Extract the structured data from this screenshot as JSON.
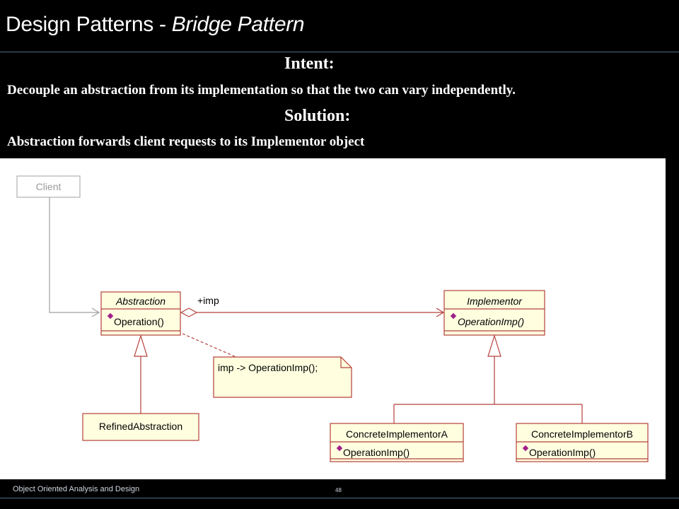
{
  "slide": {
    "title_main": "Design Patterns - ",
    "title_italic": "Bridge Pattern",
    "intent_heading": "Intent:",
    "intent_text": "Decouple an abstraction from its implementation so that the two can vary independently.",
    "solution_heading": "Solution:",
    "solution_text": "Abstraction forwards client requests to its Implementor object"
  },
  "diagram": {
    "client": "Client",
    "abstraction": {
      "name": "Abstraction",
      "operation": "Operation()"
    },
    "implementor": {
      "name": "Implementor",
      "operation": "OperationImp()"
    },
    "association_label": "+imp",
    "note_text": "imp -> OperationImp();",
    "refined": "RefinedAbstraction",
    "concrete_a": {
      "name": "ConcreteImplementorA",
      "operation": "OperationImp()"
    },
    "concrete_b": {
      "name": "ConcreteImplementorB",
      "operation": "OperationImp()"
    }
  },
  "footer": {
    "course": "Object Oriented Analysis and Design",
    "page_number": "48"
  },
  "colors": {
    "background": "#000000",
    "diagram_background": "#ffffff",
    "class_border": "#b5403a",
    "class_fill": "#ffffe0",
    "operation_icon": "#a0208a",
    "rule": "#4a6f8a"
  }
}
